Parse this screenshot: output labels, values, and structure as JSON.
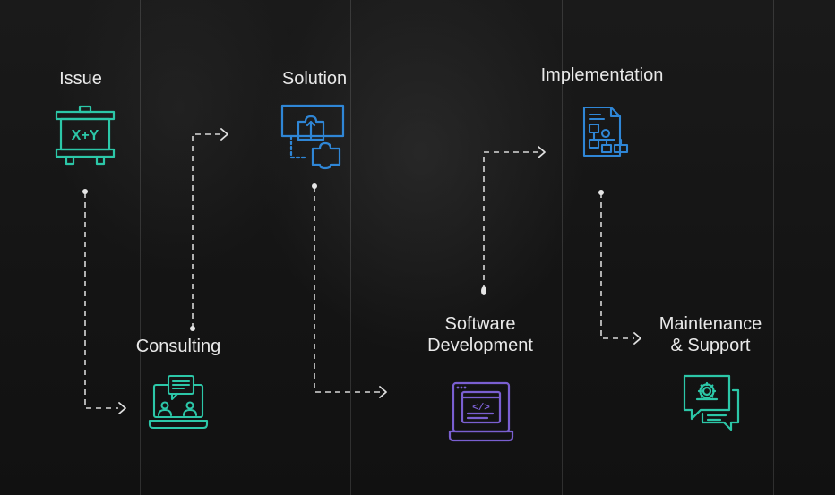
{
  "steps": [
    {
      "id": "issue",
      "label": "Issue",
      "icon": "whiteboard-formula-icon",
      "color": "#2cc7a8"
    },
    {
      "id": "consulting",
      "label": "Consulting",
      "icon": "laptop-chat-users-icon",
      "color": "#2cc7a8"
    },
    {
      "id": "solution",
      "label": "Solution",
      "icon": "puzzle-screen-icon",
      "color": "#2f86d6"
    },
    {
      "id": "software",
      "label": "Software Development",
      "line1": "Software",
      "line2": "Development",
      "icon": "laptop-code-icon",
      "color": "#7a5fd0"
    },
    {
      "id": "implementation",
      "label": "Implementation",
      "icon": "document-flowchart-icon",
      "color": "#2f86d6"
    },
    {
      "id": "maintenance",
      "label": "Maintenance & Support",
      "line1": "Maintenance",
      "line2": "& Support",
      "icon": "chat-gear-icon",
      "color": "#2cc7a8"
    }
  ],
  "icon_glyphs": {
    "formula": "X+Y",
    "code": "</>"
  },
  "connector_color": "#d8d8d8"
}
